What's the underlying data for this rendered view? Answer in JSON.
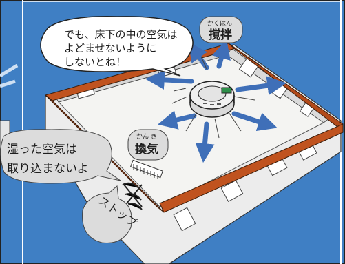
{
  "illustration": {
    "speech_bubble": {
      "line1": "でも、床下の中の空気は",
      "line2": "よどませないように",
      "line3": "しないとね！"
    },
    "stir_label": {
      "ruby": "かくはん",
      "text": "撹拌"
    },
    "ventilation_label": {
      "ruby": "かん き",
      "text": "換気"
    },
    "humid_air_label": {
      "line1": "湿った空気は",
      "line2": "取り込まないよ"
    },
    "stop_label": "ストップ",
    "colors": {
      "wall_blue": "#3f7fc4",
      "bubble_gray": "#dcdcdc",
      "beam_brown": "#c0531f",
      "arrow_blue": "#3f6fb8",
      "floor": "#f4f4f2",
      "foundation": "#ececec"
    },
    "icons": [
      "circular-fan-icon",
      "wind-arrow-icon",
      "vent-grille-icon",
      "x-mark-icon"
    ]
  }
}
